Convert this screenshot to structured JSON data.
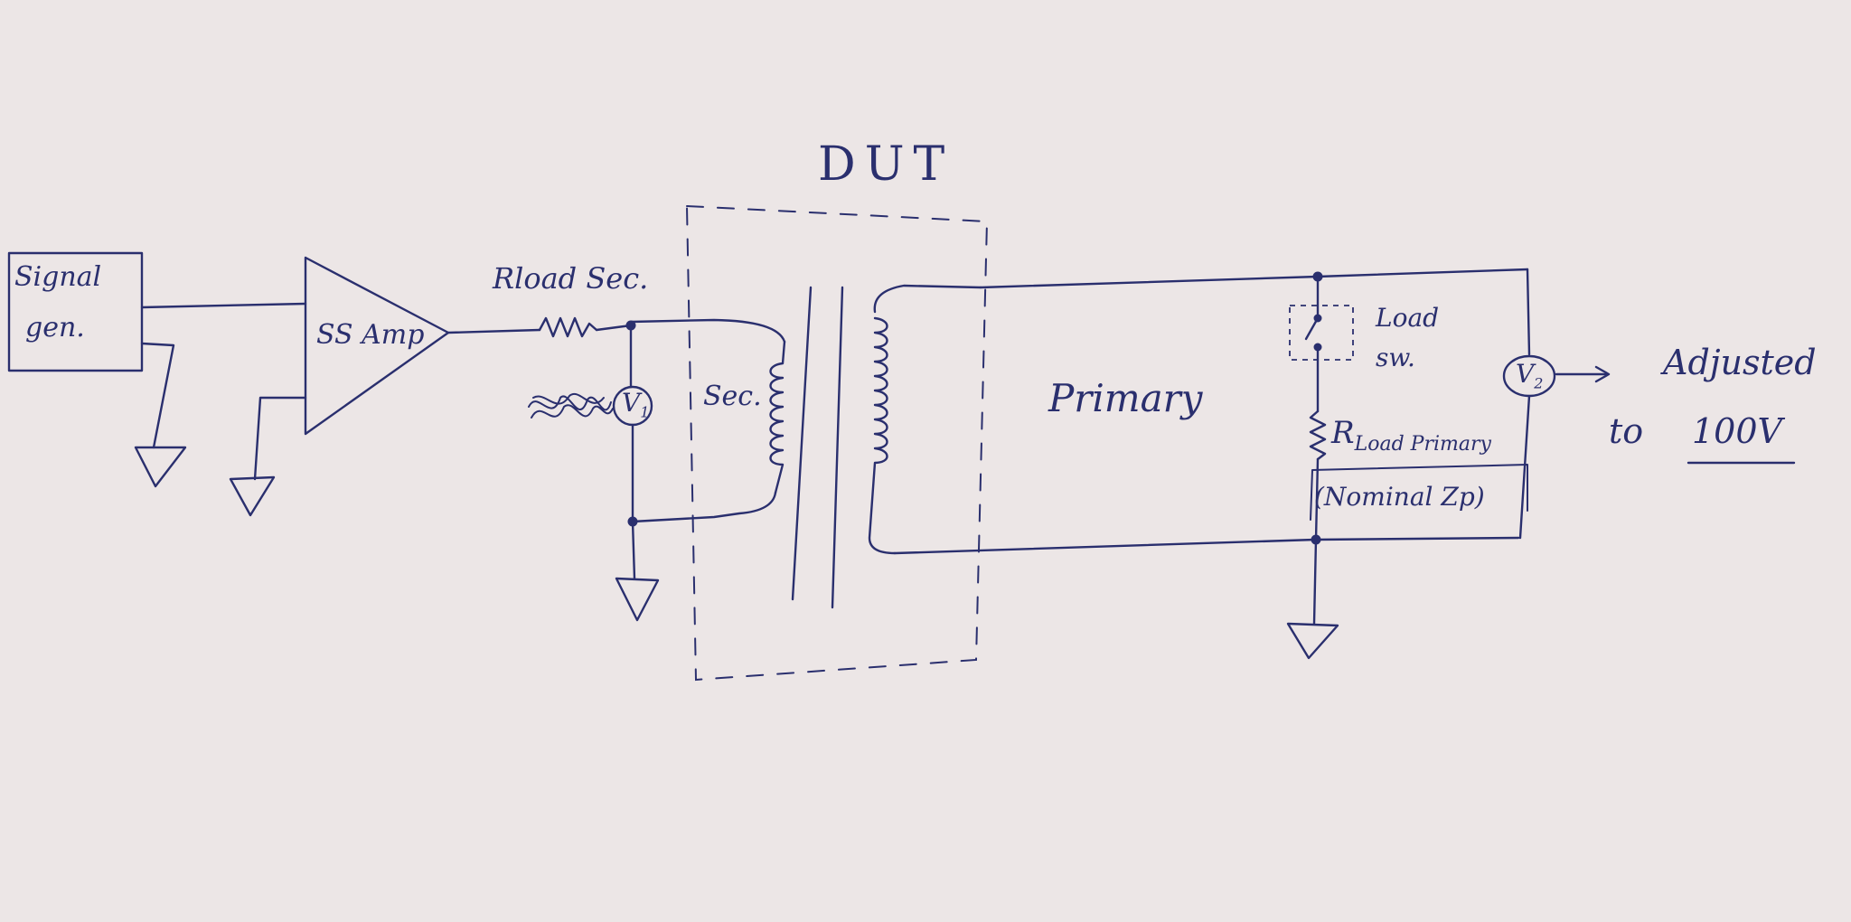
{
  "labels": {
    "dut": "DUT",
    "signal_gen": [
      "Signal",
      "gen."
    ],
    "ss_amp": "SS Amp",
    "r_load_sec": "Rload Sec.",
    "v1_main": "V",
    "v1_sub": "1",
    "secondary": "Sec.",
    "primary": "Primary",
    "load_sw": [
      "Load",
      "sw."
    ],
    "v2_main": "V",
    "v2_sub": "2",
    "r_load_primary_main": "R",
    "r_load_primary_sub": "Load Primary",
    "nominal_zp": "(Nominal Zp)",
    "adjusted": "Adjusted",
    "to_100v": "to",
    "value_100v": "100V"
  },
  "colors": {
    "ink": "#2a2f6e",
    "paper": "#ece6e6"
  }
}
